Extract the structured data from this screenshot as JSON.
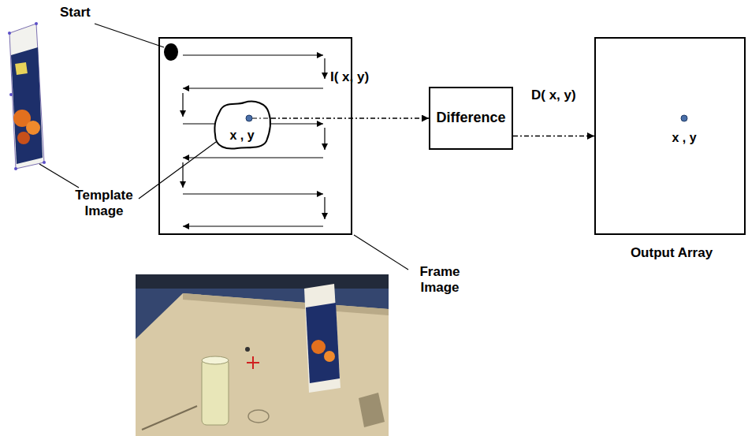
{
  "diagram": {
    "nodes": [
      {
        "text": [
          "Frame Image"
        ]
      },
      {
        "text": [
          "x , y"
        ],
        "in": 0
      },
      {
        "text": [
          "Difference"
        ]
      },
      {
        "text": [
          "x , y",
          "Output Array"
        ]
      }
    ],
    "edges": [
      {
        "from": 1,
        "to": 2,
        "arrow": "to",
        "label": "I( x, y)"
      },
      {
        "from": 2,
        "to": 3,
        "arrow": "to",
        "label": "D( x, y)"
      }
    ],
    "labels": [
      "Start",
      "Template Image"
    ]
  }
}
